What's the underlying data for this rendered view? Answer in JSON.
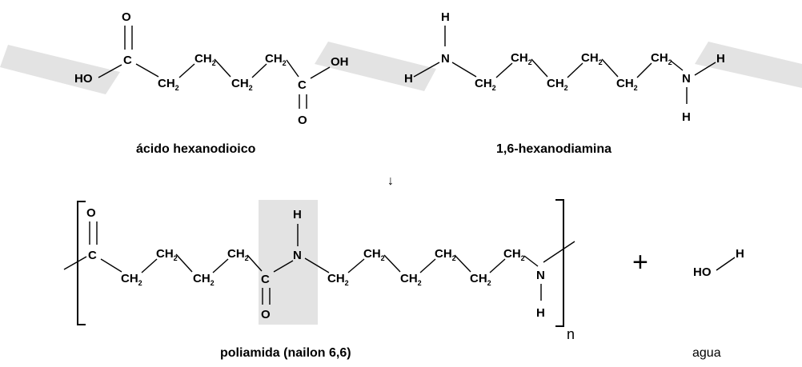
{
  "atoms": {
    "O": "O",
    "OH": "OH",
    "HO": "HO",
    "C": "C",
    "CH": "CH",
    "N": "N",
    "H": "H",
    "sub2": "2"
  },
  "labels": {
    "reactant_acid": "ácido hexanodioico",
    "reactant_amine": "1,6-hexanodiamina",
    "reaction_arrow": "↓",
    "product_polymer": "poliamida (nailon 6,6)",
    "product_water": "agua",
    "plus_sign": "+",
    "repeat_subscript": "n"
  },
  "colors": {
    "highlight": "#e3e3e3",
    "ink": "#000000",
    "background": "#ffffff"
  }
}
